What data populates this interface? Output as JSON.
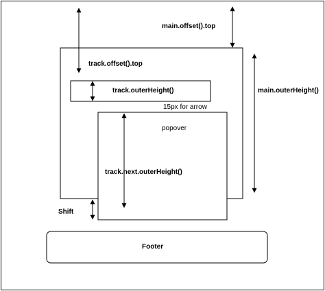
{
  "diagram": {
    "labels": {
      "main_offset_top": "main.offset().top",
      "track_offset_top": "track.offset().top",
      "track_outer_height": "track.outerHeight()",
      "main_outer_height": "main.outerHeight()",
      "arrow_note": "15px for arrow",
      "popover": "popover",
      "track_next_outer_height": "track.next.outerHeight()",
      "shift": "Shift",
      "footer": "Footer"
    },
    "colors": {
      "stroke": "#000000",
      "background": "#ffffff"
    }
  }
}
